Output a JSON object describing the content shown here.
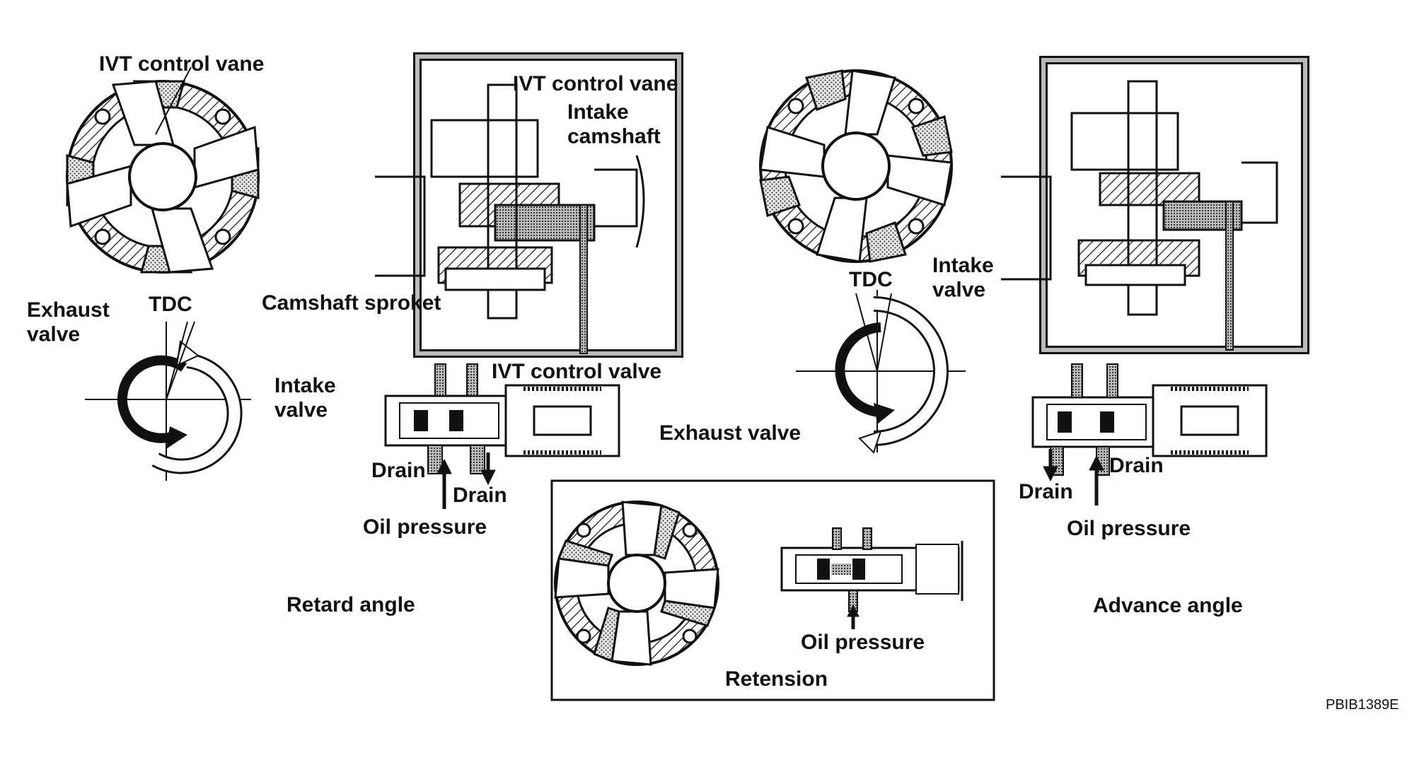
{
  "retard": {
    "vane_label": "IVT control vane",
    "exhaust_label": "Exhaust\nvalve",
    "tdc_label": "TDC",
    "intake_label": "Intake\nvalve",
    "ivt_vane_label": "IVT control vane",
    "intake_cam_label": "Intake\ncamshaft",
    "sprocket_label": "Camshaft sproket",
    "ivt_valve_label": "IVT control valve",
    "drain_left_label": "Drain",
    "drain_right_label": "Drain",
    "oil_label": "Oil pressure",
    "caption": "Retard angle"
  },
  "advance": {
    "tdc_label": "TDC",
    "intake_label": "Intake\nvalve",
    "exhaust_label": "Exhaust valve",
    "drain_left_label": "Drain",
    "drain_right_label": "Drain",
    "oil_label": "Oil pressure",
    "caption": "Advance angle"
  },
  "retension": {
    "oil_label": "Oil pressure",
    "caption": "Retension"
  },
  "figure_id": "PBIB1389E",
  "colors": {
    "ink": "#111111",
    "paper": "#ffffff",
    "shade": "#d9d9d9"
  }
}
